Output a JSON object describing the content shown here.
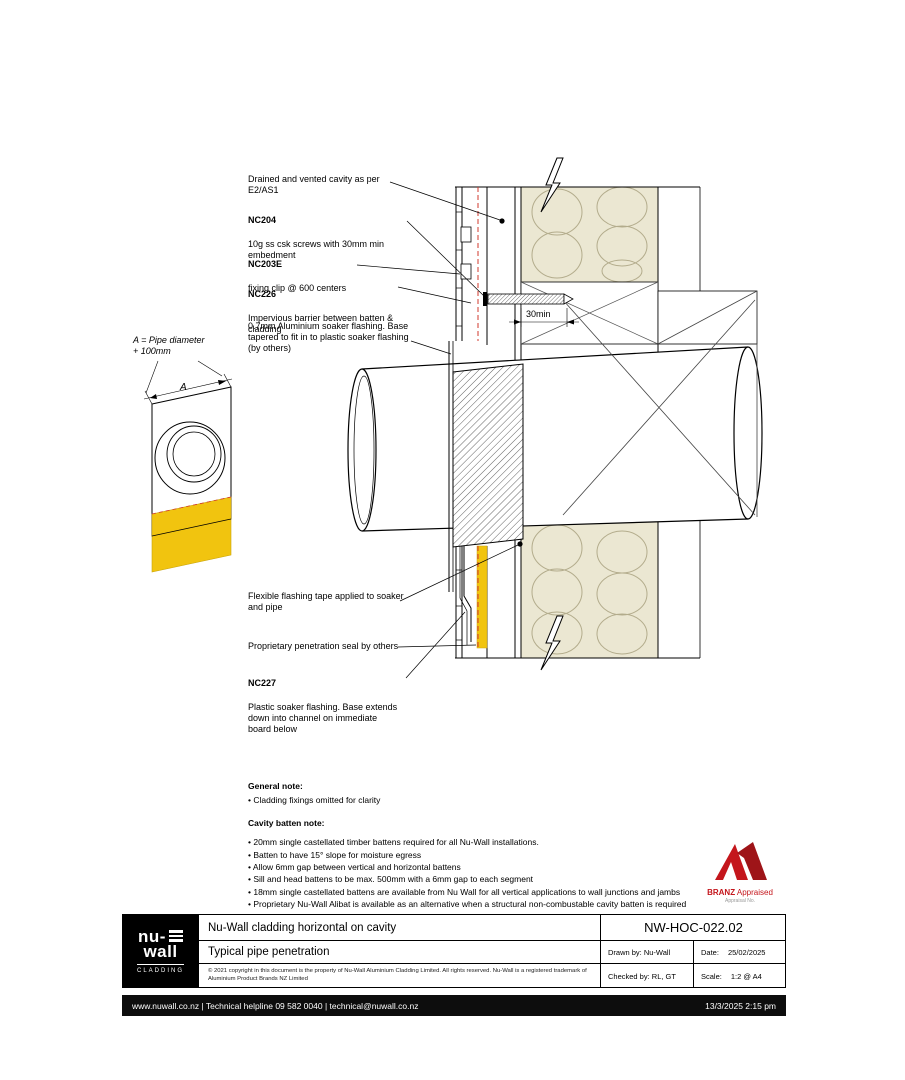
{
  "colors": {
    "tape_yellow": "#f1c40f",
    "building_wrap_dash_red": "#d23a2e",
    "insulation_fill": "#ebe7d2",
    "branz_red": "#c4161c"
  },
  "drawing": {
    "annotations": {
      "cavity": "Drained and vented cavity as per\nE2/AS1",
      "nc204_code": "NC204",
      "nc204_text": "10g ss csk screws with 30mm min\nembedment",
      "nc203e_code": "NC203E",
      "nc203e_text": "fixing clip @ 600 centers",
      "nc226_code": "NC226",
      "nc226_text": "Impervious barrier between batten &\ncladding",
      "alu_soaker": "0.7mm Aluminium soaker flashing. Base\ntapered to fit in to plastic soaker flashing\n(by others)",
      "pipe_dia": "A = Pipe diameter\n+ 100mm",
      "tape": "Flexible flashing tape applied to soaker\nand pipe",
      "seal": "Proprietary penetration seal by others",
      "nc227_code": "NC227",
      "nc227_text": "Plastic soaker flashing. Base extends\ndown into channel on immediate\nboard below"
    },
    "dims": {
      "d30": "30min",
      "dA": "A"
    }
  },
  "notes": {
    "general_title": "General note:",
    "general_item": "• Cladding fixings omitted for clarity",
    "batten_title": "Cavity batten note:",
    "batten_items": [
      "• 20mm single castellated timber battens required for all Nu-Wall installations.",
      "• Batten to have 15° slope for moisture egress",
      "• Allow 6mm gap between vertical and horizontal battens",
      "• Sill and head battens to be max. 500mm with a 6mm gap to each segment",
      "• 18mm single castellated battens are available from Nu Wall for all vertical applications to wall junctions and jambs",
      "• Proprietary Nu-Wall Alibat is available as an alternative when a structural non-combustable cavity batten is required"
    ]
  },
  "branz": {
    "name": "BRANZ",
    "tag": "Appraised",
    "sub": "Appraisal No."
  },
  "title_block": {
    "logo_line1": "nu-",
    "logo_line2": "wall",
    "logo_tag": "CLADDING",
    "title1": "Nu-Wall cladding horizontal on cavity",
    "title2": "Typical pipe penetration",
    "copyright": "© 2021 copyright in this document is the property of Nu-Wall Aluminium Cladding Limited. All rights reserved. Nu-Wall is a registered trademark of Aluminium Product Brands NZ Limited",
    "doc_number": "NW-HOC-022.02",
    "drawn_by": "Drawn by: Nu-Wall",
    "date_label": "Date:",
    "date_value": "25/02/2025",
    "checked_by": "Checked by: RL, GT",
    "scale_label": "Scale:",
    "scale_value": "1:2 @ A4"
  },
  "footer": {
    "left": "www.nuwall.co.nz   |   Technical helpline 09 582 0040   |   technical@nuwall.co.nz",
    "right": "13/3/2025 2:15 pm"
  }
}
